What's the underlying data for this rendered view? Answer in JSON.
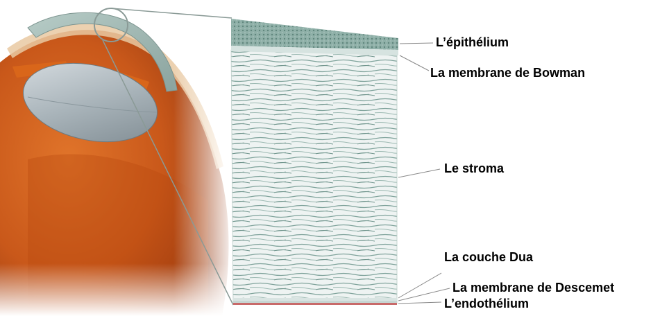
{
  "diagram": {
    "labels": {
      "epithelium": "L’épithélium",
      "bowman": "La membrane de Bowman",
      "stroma": "Le stroma",
      "dua": "La couche Dua",
      "descemet": "La membrane de Descemet",
      "endothelium": "L’endothélium"
    },
    "colors": {
      "eye_orange": "#d2691e",
      "eye_dark": "#8b3a10",
      "cornea": "#9fb5b0",
      "lens": "#b8c2c8",
      "stroma_fill": "#eef3f2",
      "stroma_fiber": "#7fa39b",
      "endothelium": "#c86a6a",
      "leader_line": "#888888"
    }
  }
}
